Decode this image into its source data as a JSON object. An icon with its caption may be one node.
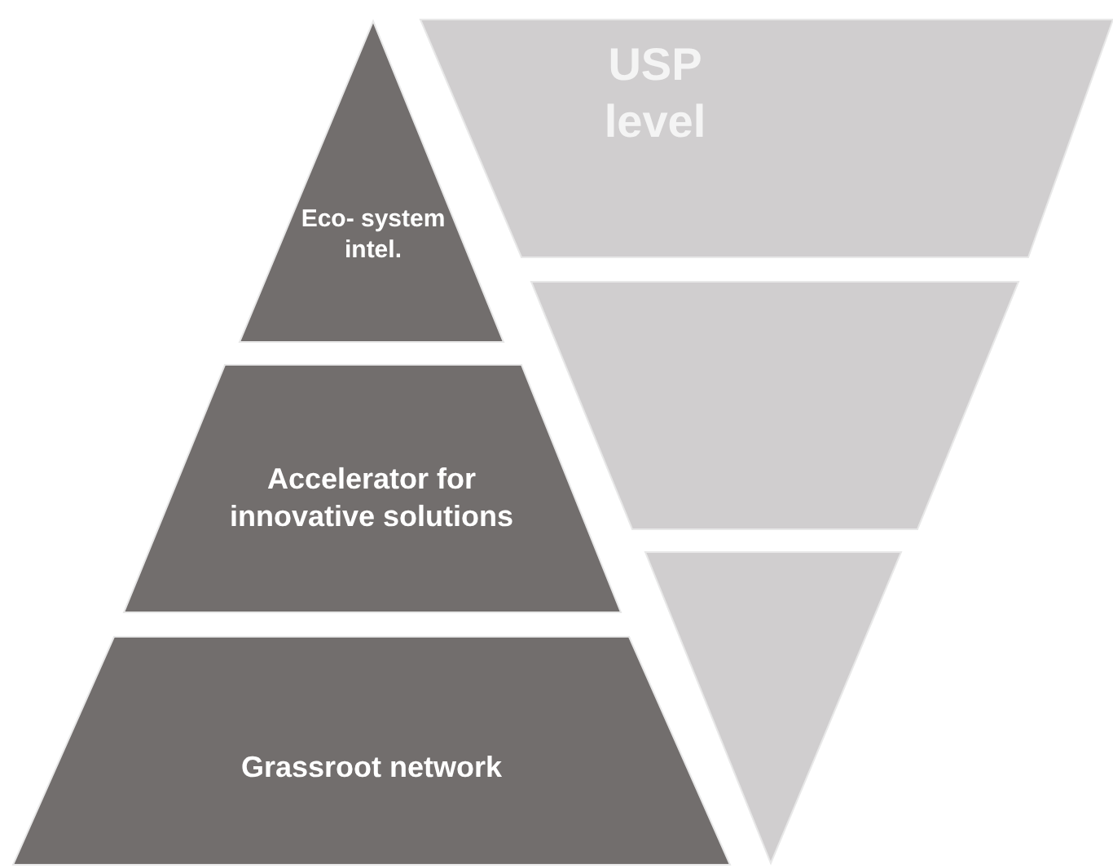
{
  "diagram": {
    "nodes": [
      {
        "text": [
          "Eco- system intel."
        ]
      },
      {
        "text": [
          "Accelerator for innovative solutions"
        ]
      },
      {
        "text": [
          "Grassroot network"
        ]
      },
      {
        "text": [
          "USP level"
        ]
      },
      {
        "text": [],
        "shape": "trapezoid"
      },
      {
        "text": [],
        "shape": "triangle"
      }
    ]
  }
}
